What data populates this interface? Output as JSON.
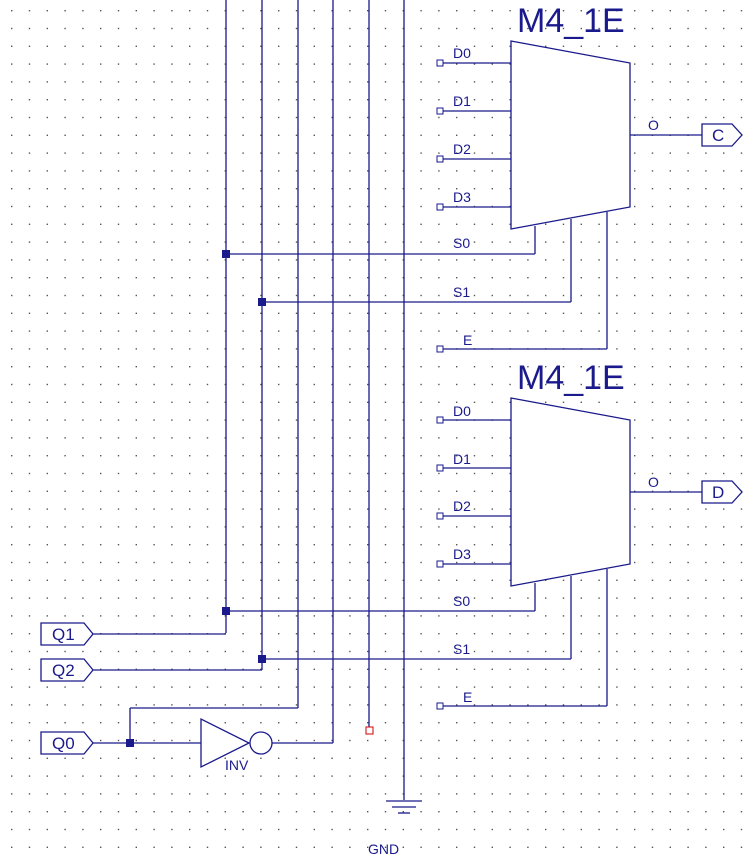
{
  "colors": {
    "wire": "#1a1a8c",
    "grid_dot": "#555555",
    "background": "#ffffff",
    "unconnected_marker": "#cc0000"
  },
  "mux_top": {
    "title": "M4_1E",
    "data_pins": [
      "D0",
      "D1",
      "D2",
      "D3"
    ],
    "select_pins": [
      "S0",
      "S1"
    ],
    "enable_pin": "E",
    "output_pin": "O",
    "output_port": "C"
  },
  "mux_bottom": {
    "title": "M4_1E",
    "data_pins": [
      "D0",
      "D1",
      "D2",
      "D3"
    ],
    "select_pins": [
      "S0",
      "S1"
    ],
    "enable_pin": "E",
    "output_pin": "O",
    "output_port": "D"
  },
  "input_ports": {
    "q1": "Q1",
    "q2": "Q2",
    "q0": "Q0"
  },
  "inverter": {
    "label": "INV"
  },
  "ground": {
    "label": "GND"
  }
}
